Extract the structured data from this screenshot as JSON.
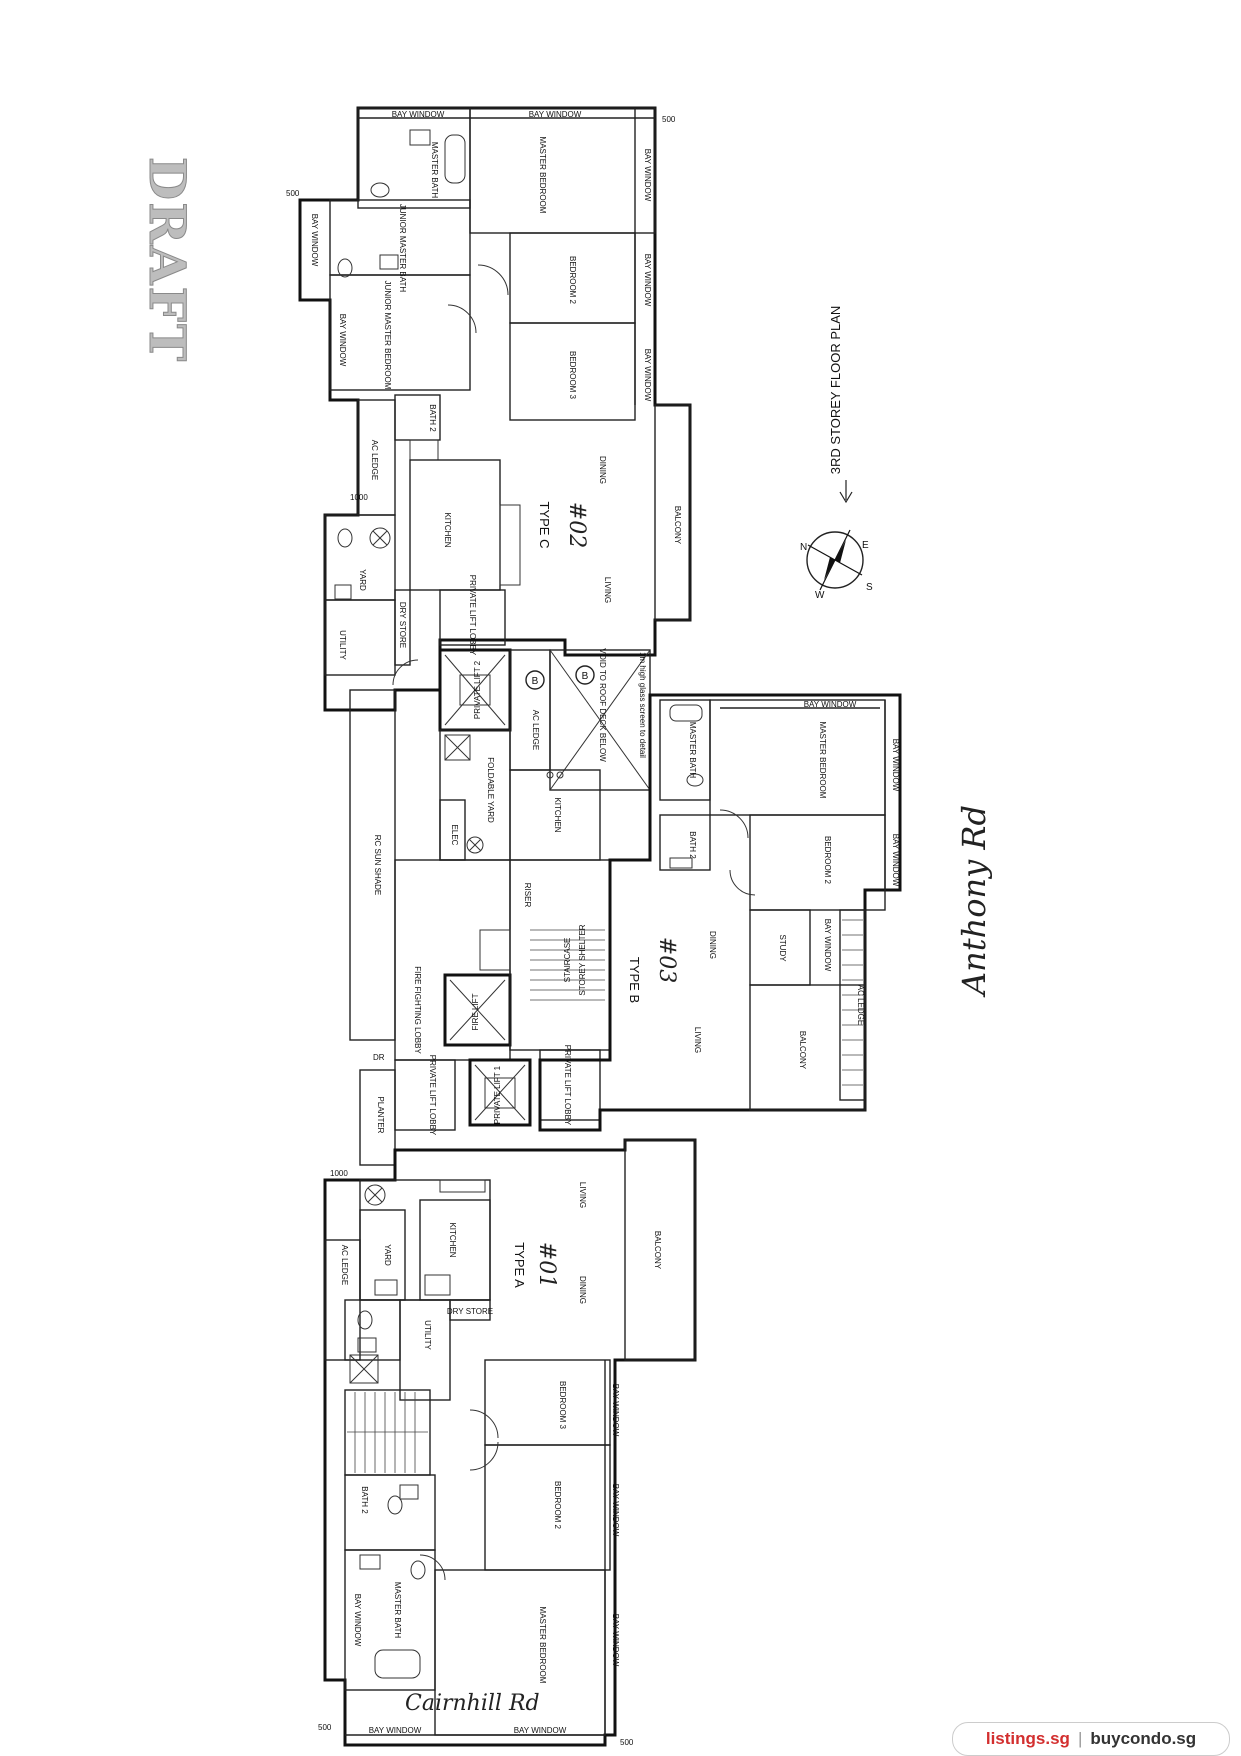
{
  "stamp": "DRAFT",
  "plan_title": "3RD STOREY FLOOR PLAN",
  "north_label": "N",
  "compass_labels": {
    "n": "N",
    "e": "E",
    "s": "S",
    "w": "W"
  },
  "roads": {
    "bottom": "Cairnhill Rd",
    "right": "Anthony Rd"
  },
  "units": {
    "type_c": {
      "type": "TYPE C",
      "number": "#02"
    },
    "type_b": {
      "type": "TYPE B",
      "number": "#03"
    },
    "type_a": {
      "type": "TYPE A",
      "number": "#01"
    }
  },
  "type_c_rooms": {
    "master_bedroom": "MASTER BEDROOM",
    "master_bath": "MASTER BATH",
    "bedroom_2": "BEDROOM 2",
    "bedroom_3": "BEDROOM 3",
    "junior_master_bedroom": "JUNIOR MASTER BEDROOM",
    "junior_master_bath": "JUNIOR MASTER BATH",
    "bath_2": "BATH 2",
    "ac_ledge": "AC LEDGE",
    "kitchen": "KITCHEN",
    "yard": "YARD",
    "utility": "UTILITY",
    "dry_store": "DRY STORE",
    "dining": "DINING",
    "living": "LIVING",
    "balcony": "BALCONY",
    "private_lift_lobby": "PRIVATE LIFT LOBBY",
    "bay_window": "BAY WINDOW",
    "dim_500": "500",
    "dim_1000": "1000"
  },
  "core": {
    "private_lift_2": "PRIVATE LIFT 2",
    "private_lift_1": "PRIVATE LIFT 1",
    "ac_ledge": "AC LEDGE",
    "void": "VOID TO ROOF DECK BELOW",
    "void_note": "1m high glass screen to detail",
    "foldable_yard": "FOLDABLE YARD",
    "elec": "ELEC",
    "kitchen": "KITCHEN",
    "rc_sun_shade": "RC SUN SHADE",
    "fire_lift": "FIRE LIFT",
    "fire_fighting_lobby": "FIRE FIGHTING LOBBY",
    "staircase": "STAIRCASE",
    "storey_shelter": "STOREY SHELTER",
    "riser": "RISER",
    "dr": "DR",
    "planter": "PLANTER",
    "private_lift_lobby": "PRIVATE LIFT LOBBY",
    "marker_b": "B"
  },
  "type_b_rooms": {
    "master_bedroom": "MASTER BEDROOM",
    "master_bath": "MASTER BATH",
    "bath_2": "BATH 2",
    "bedroom_2": "BEDROOM 2",
    "study": "STUDY",
    "dining": "DINING",
    "living": "LIVING",
    "balcony": "BALCONY",
    "private_lift_lobby": "PRIVATE LIFT LOBBY",
    "bay_window": "BAY WINDOW",
    "ac_ledge": "AC LEDGE"
  },
  "type_a_rooms": {
    "kitchen": "KITCHEN",
    "yard": "YARD",
    "ac_ledge": "AC LEDGE",
    "utility": "UTILITY",
    "dry_store": "DRY STORE",
    "living": "LIVING",
    "dining": "DINING",
    "balcony": "BALCONY",
    "bedroom_3": "BEDROOM 3",
    "bedroom_2": "BEDROOM 2",
    "master_bedroom": "MASTER BEDROOM",
    "master_bath": "MASTER BATH",
    "bath_2": "BATH 2",
    "bay_window": "BAY WINDOW",
    "dim_500": "500",
    "dim_1000": "1000"
  },
  "watermark": {
    "site_a": "listings.sg",
    "separator": "|",
    "site_b": "buycondo.sg"
  },
  "colors": {
    "line": "#111111",
    "stamp": "#bdbdbd",
    "watermark_red": "#d32f2f"
  }
}
